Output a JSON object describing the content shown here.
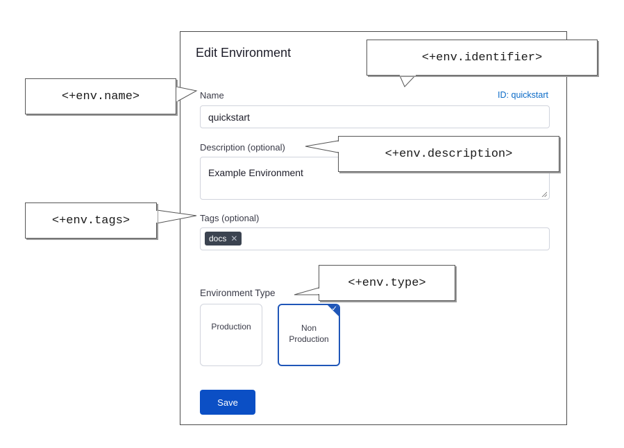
{
  "dialog": {
    "title": "Edit Environment",
    "name_label": "Name",
    "id_prefix": "ID:",
    "id_value": "quickstart",
    "name_value": "quickstart",
    "description_label": "Description (optional)",
    "description_value": "Example Environment",
    "tags_label": "Tags (optional)",
    "tags": [
      "docs"
    ],
    "tag_remove_glyph": "✕",
    "env_type_label": "Environment Type",
    "env_types": [
      {
        "label_line1": "Production",
        "label_line2": "",
        "selected": false
      },
      {
        "label_line1": "Non",
        "label_line2": "Production",
        "selected": true
      }
    ],
    "save_label": "Save"
  },
  "callouts": {
    "identifier": "<+env.identifier>",
    "name": "<+env.name>",
    "description": "<+env.description>",
    "tags": "<+env.tags>",
    "type": "<+env.type>"
  },
  "colors": {
    "accent": "#0b4fc5",
    "id_link": "#0a6ac7",
    "tag_bg": "#3b4350"
  },
  "icons": {
    "tag_remove": "close-icon",
    "selected_check": "check-icon",
    "textarea_resize": "resize-handle-icon"
  }
}
